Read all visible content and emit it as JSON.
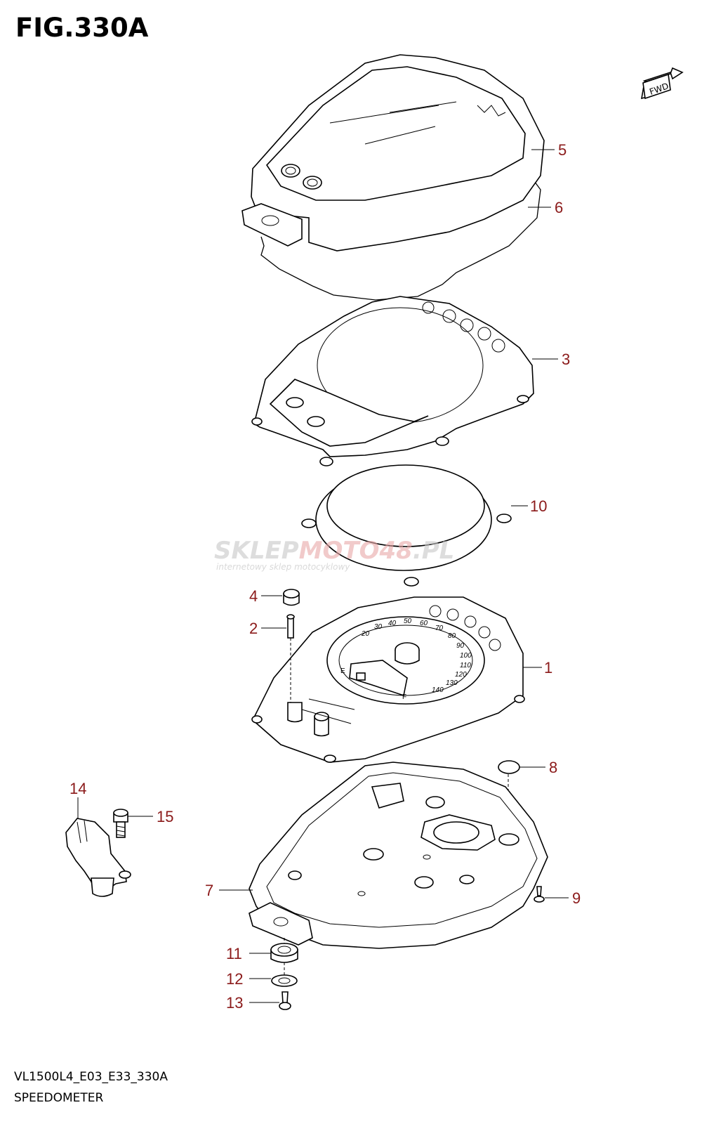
{
  "figure": {
    "title": "FIG.330A",
    "model_code": "VL1500L4_E03_E33_330A",
    "name": "SPEEDOMETER",
    "fwd_label": "FWD"
  },
  "watermark": {
    "brand_a": "SKLEP",
    "brand_b": "MOTO",
    "brand_c": "48",
    "brand_d": ".PL",
    "tagline": "internetowy sklep motocyklowy"
  },
  "dial_labels": [
    "20",
    "30",
    "40",
    "50",
    "60",
    "70",
    "80",
    "90",
    "100",
    "110",
    "120",
    "130",
    "140"
  ],
  "gauge_marks": {
    "empty": "E",
    "full": "F"
  },
  "callouts": [
    {
      "number": "5",
      "part": "cover"
    },
    {
      "number": "6",
      "part": "gasket"
    },
    {
      "number": "3",
      "part": "case-upper"
    },
    {
      "number": "10",
      "part": "ring"
    },
    {
      "number": "4",
      "part": "cap"
    },
    {
      "number": "2",
      "part": "pin"
    },
    {
      "number": "1",
      "part": "speedometer-assembly"
    },
    {
      "number": "8",
      "part": "plug"
    },
    {
      "number": "14",
      "part": "speed-sensor"
    },
    {
      "number": "15",
      "part": "bolt"
    },
    {
      "number": "7",
      "part": "case-lower"
    },
    {
      "number": "9",
      "part": "screw"
    },
    {
      "number": "11",
      "part": "cushion"
    },
    {
      "number": "12",
      "part": "washer"
    },
    {
      "number": "13",
      "part": "screw-small"
    }
  ],
  "colors": {
    "callout": "#8b1a1a",
    "line": "#000000",
    "watermark": "#c8c8c8",
    "watermark_accent": "#e8a8a8"
  }
}
